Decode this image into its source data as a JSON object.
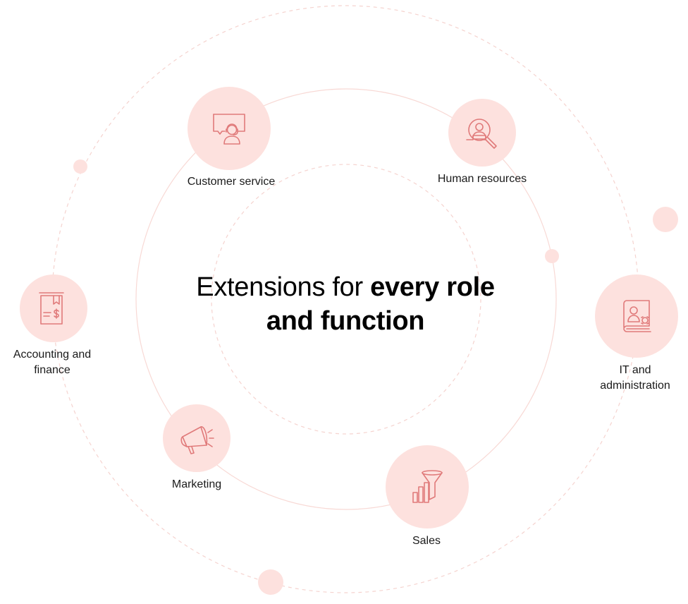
{
  "headline": {
    "light": "Extensions for ",
    "bold_1": "every role",
    "bold_2": "and function"
  },
  "roles": [
    {
      "label": "Customer service",
      "icon": "customer-support-icon"
    },
    {
      "label": "Human resources",
      "icon": "hr-search-icon"
    },
    {
      "label": "Accounting and",
      "label_2": "finance",
      "icon": "invoice-icon"
    },
    {
      "label": "IT and",
      "label_2": "administration",
      "icon": "admin-book-icon"
    },
    {
      "label": "Marketing",
      "icon": "megaphone-icon"
    },
    {
      "label": "Sales",
      "icon": "sales-funnel-icon"
    }
  ],
  "colors": {
    "bubble": "#fde1de",
    "icon_stroke": "#e07a7a",
    "ring": "#f7d4d0"
  }
}
